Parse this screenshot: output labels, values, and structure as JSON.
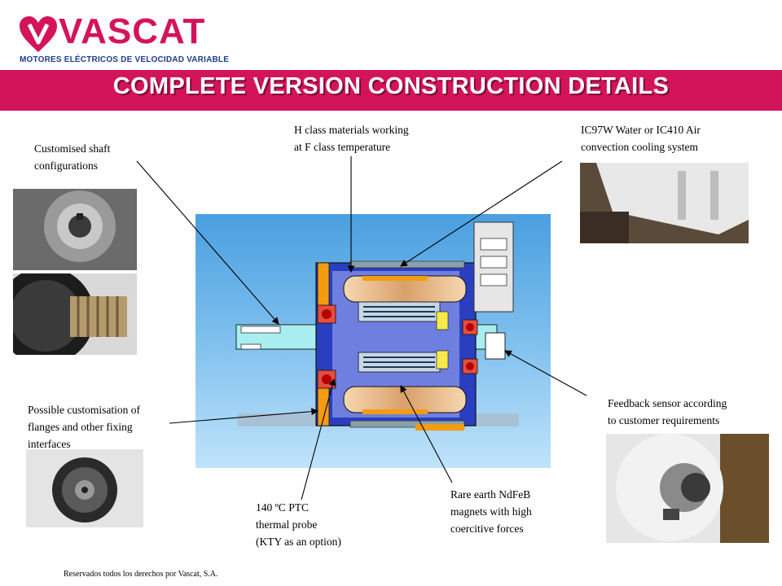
{
  "brand": {
    "name": "VASCAT",
    "tagline": "MOTORES ELÉCTRICOS DE VELOCIDAD VARIABLE",
    "color": "#d4145a"
  },
  "slide": {
    "title": "COMPLETE VERSION CONSTRUCTION DETAILS"
  },
  "callouts": {
    "shaft": "Customised shaft\nconfigurations",
    "hclass": "H class materials working\nat F class temperature",
    "cooling": "IC97W Water or IC410 Air\nconvection cooling system",
    "flanges": "Possible customisation of\nflanges and other fixing\ninterfaces",
    "feedback": "Feedback sensor according\nto customer requirements",
    "ptc": "140 ºC PTC\nthermal probe\n(KTY as an option)",
    "magnets": "Rare earth NdFeB\nmagnets with high\ncoercitive forces"
  },
  "footer": "Reservados todos los derechos por Vascat, S.A."
}
